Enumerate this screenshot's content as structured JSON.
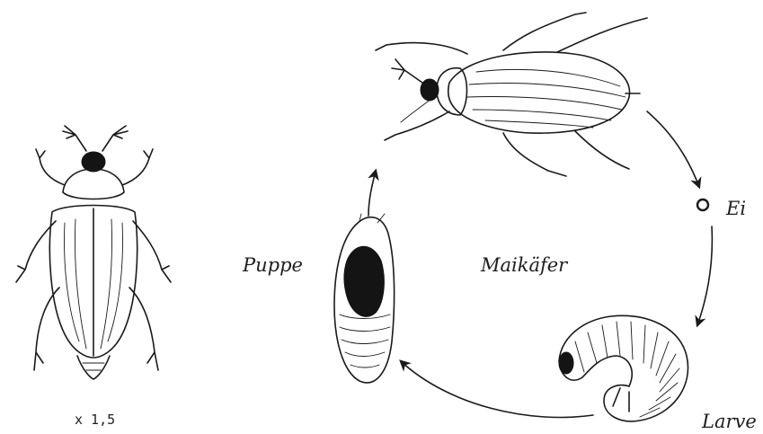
{
  "labels": {
    "adult_center": "Maikäfer",
    "egg": "Ei",
    "larva": "Larve",
    "pupa": "Puppe",
    "scale": "x 1,5"
  },
  "colors": {
    "ink": "#1a1a1a",
    "background": "#ffffff"
  }
}
